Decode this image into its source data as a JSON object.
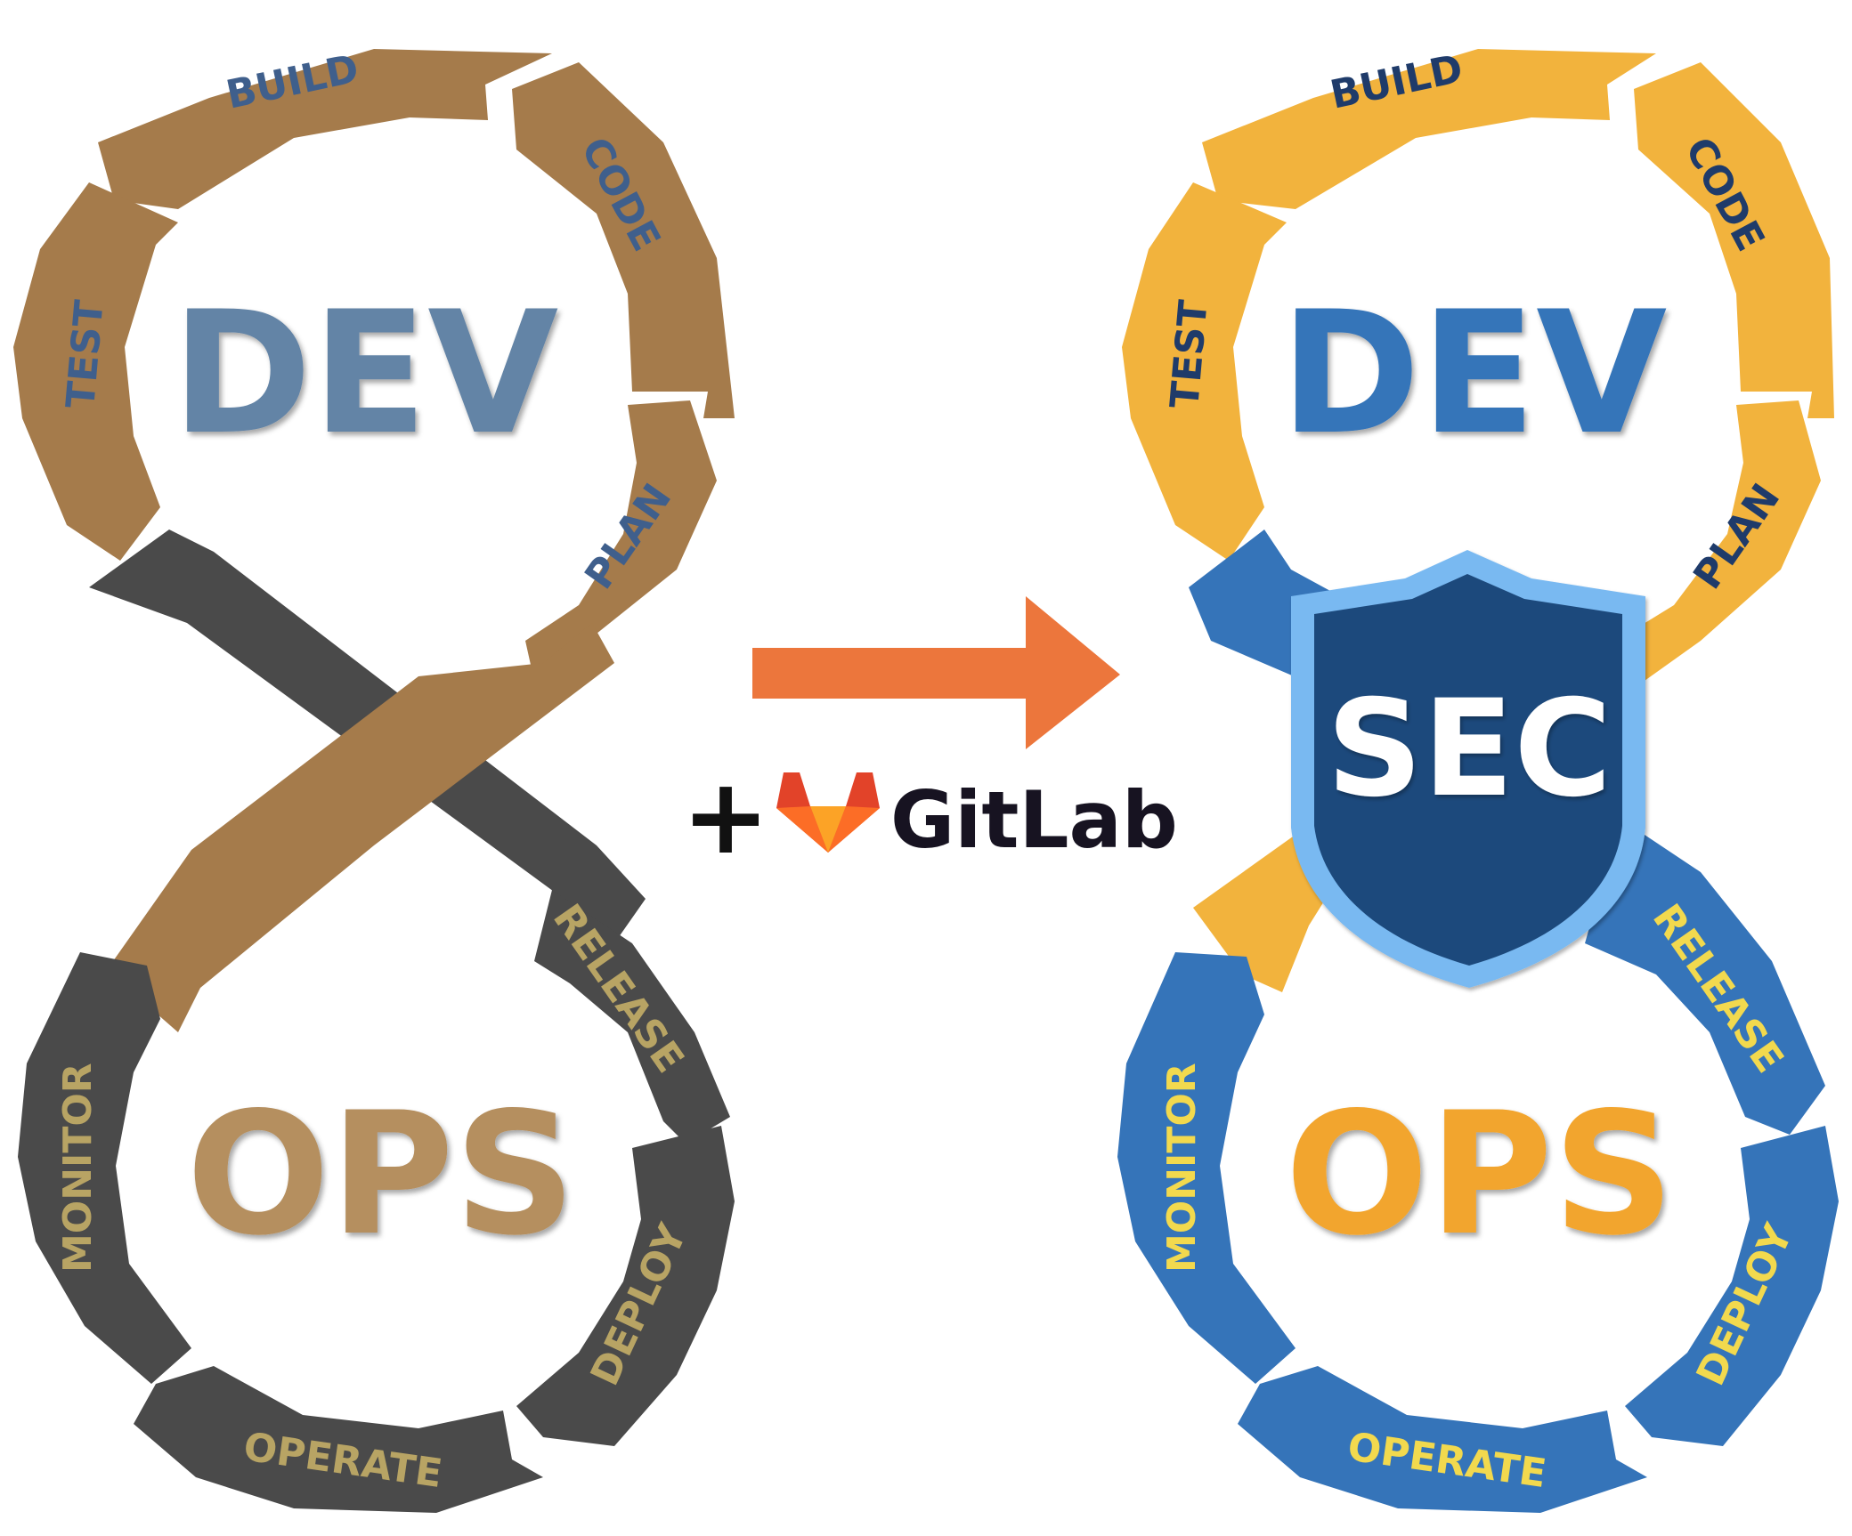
{
  "left": {
    "dev_label": "DEV",
    "ops_label": "OPS",
    "segments": {
      "build": "BUILD",
      "code": "CODE",
      "test": "TEST",
      "plan": "PLAN",
      "release": "RELEASE",
      "monitor": "MONITOR",
      "deploy": "DEPLOY",
      "operate": "OPERATE"
    },
    "colors": {
      "dev_ring": "#A57B4B",
      "ops_ring": "#4A4A4A",
      "dev_text": "#6484A6",
      "ops_text": "#B58F5F",
      "dev_segment_text": "#3F5F8C",
      "ops_segment_text": "#B8A464"
    }
  },
  "right": {
    "dev_label": "DEV",
    "sec_label": "SEC",
    "ops_label": "OPS",
    "segments": {
      "build": "BUILD",
      "code": "CODE",
      "test": "TEST",
      "plan": "PLAN",
      "release": "RELEASE",
      "monitor": "MONITOR",
      "deploy": "DEPLOY",
      "operate": "OPERATE"
    },
    "colors": {
      "dev_ring": "#F2B33D",
      "ops_ring": "#3574B9",
      "dev_text": "#3574B9",
      "ops_text": "#F2A52E",
      "dev_segment_text": "#1F3B6A",
      "ops_segment_text": "#F2D94E",
      "shield_fill": "#1F4A7C",
      "shield_border": "#79B9F1"
    }
  },
  "middle": {
    "plus": "+",
    "brand": "GitLab",
    "arrow_color": "#EC763C",
    "icon": "gitlab-fox-icon"
  }
}
